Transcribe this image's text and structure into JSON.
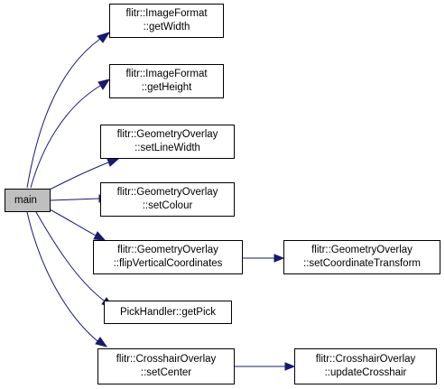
{
  "colors": {
    "edge": "#191970",
    "root_fill": "#bfbfbf",
    "node_fill": "#ffffff",
    "node_border": "#000000"
  },
  "graph": {
    "root": {
      "label": "main"
    },
    "nodes": [
      {
        "id": "getWidth",
        "line1": "flitr::ImageFormat",
        "line2": "::getWidth"
      },
      {
        "id": "getHeight",
        "line1": "flitr::ImageFormat",
        "line2": "::getHeight"
      },
      {
        "id": "setLineWidth",
        "line1": "flitr::GeometryOverlay",
        "line2": "::setLineWidth"
      },
      {
        "id": "setColour",
        "line1": "flitr::GeometryOverlay",
        "line2": "::setColour"
      },
      {
        "id": "flipVerticalCoordinates",
        "line1": "flitr::GeometryOverlay",
        "line2": "::flipVerticalCoordinates"
      },
      {
        "id": "setCoordinateTransform",
        "line1": "flitr::GeometryOverlay",
        "line2": "::setCoordinateTransform"
      },
      {
        "id": "getPick",
        "line1": "PickHandler::getPick",
        "line2": ""
      },
      {
        "id": "setCenter",
        "line1": "flitr::CrosshairOverlay",
        "line2": "::setCenter"
      },
      {
        "id": "updateCrosshair",
        "line1": "flitr::CrosshairOverlay",
        "line2": "::updateCrosshair"
      }
    ]
  }
}
